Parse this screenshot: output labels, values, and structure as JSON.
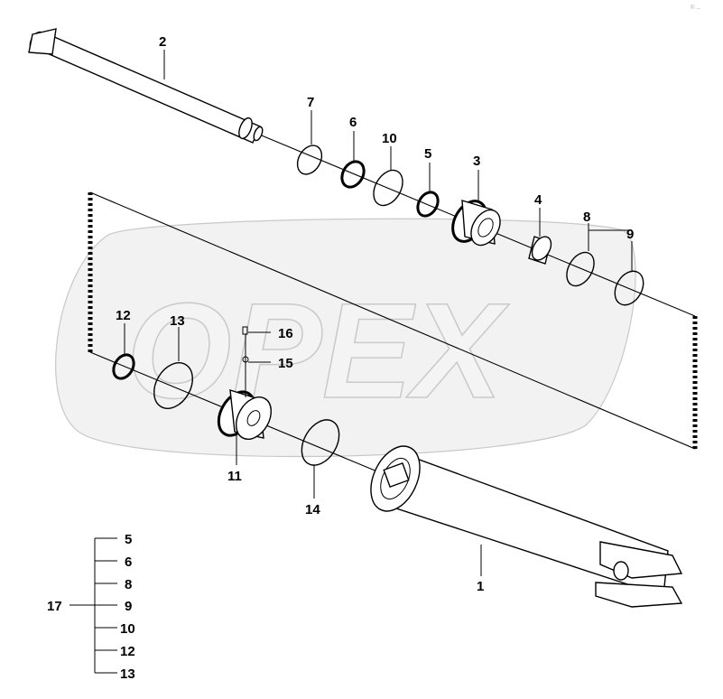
{
  "watermark": {
    "text": "OPEX"
  },
  "corner_code": "© ...",
  "part_labels": {
    "p1": "1",
    "p2": "2",
    "p3": "3",
    "p4": "4",
    "p5": "5",
    "p6": "6",
    "p7": "7",
    "p8": "8",
    "p9": "9",
    "p10": "10",
    "p11": "11",
    "p12": "12",
    "p13": "13",
    "p14": "14",
    "p15": "15",
    "p16": "16"
  },
  "kit": {
    "label": "17",
    "items": [
      "5",
      "6",
      "8",
      "9",
      "10",
      "12",
      "13"
    ]
  },
  "colors": {
    "line": "#000000",
    "watermark_outline": "#c8c8c8"
  }
}
